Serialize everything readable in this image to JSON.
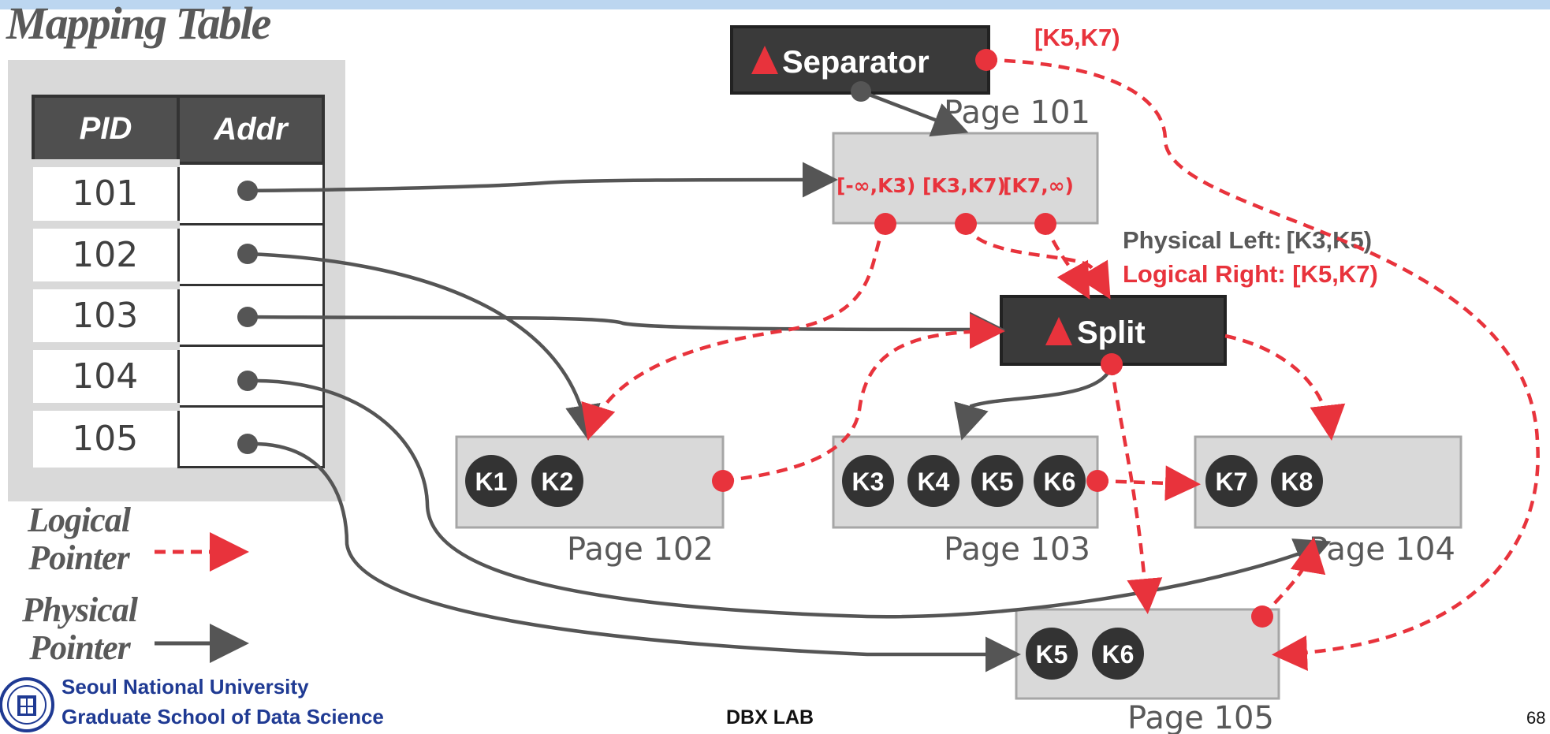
{
  "title": "Mapping Table",
  "mapping_table": {
    "headers": [
      "PID",
      "Addr"
    ],
    "rows": [
      "101",
      "102",
      "103",
      "104",
      "105"
    ]
  },
  "delta_records": {
    "separator": {
      "label": "Separator",
      "range": "[K5,K7)"
    },
    "split": {
      "label": "Split",
      "physical_left_label": "Physical Left:",
      "physical_left_value": "[K3,K5)",
      "logical_right": "Logical Right: [K5,K7)"
    }
  },
  "inner_page": {
    "name": "Page 101",
    "ranges": [
      "[-∞,K3)",
      "[K3,K7)",
      "[K7,∞)"
    ]
  },
  "leaf_pages": [
    {
      "name": "Page 102",
      "keys": [
        "K1",
        "K2"
      ]
    },
    {
      "name": "Page 103",
      "keys": [
        "K3",
        "K4",
        "K5",
        "K6"
      ]
    },
    {
      "name": "Page 104",
      "keys": [
        "K7",
        "K8"
      ]
    },
    {
      "name": "Page 105",
      "keys": [
        "K5",
        "K6"
      ]
    }
  ],
  "legend": {
    "logical": "Logical Pointer",
    "physical": "Physical Pointer"
  },
  "footer": {
    "university": "Seoul National University",
    "school": "Graduate School of Data Science",
    "lab": "DBX LAB",
    "page_number": "68"
  },
  "colors": {
    "logical_pointer": "#e8333c",
    "physical_pointer": "#555555",
    "page_fill": "#d9d9d9",
    "delta_fill": "#3a3a3a",
    "key_fill": "#333333"
  }
}
